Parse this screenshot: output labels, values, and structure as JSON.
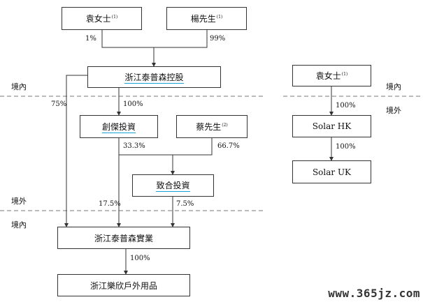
{
  "entities": {
    "yuan_top": {
      "name": "袁女士",
      "note": "(1)"
    },
    "yang": {
      "name": "楊先生",
      "note": "(1)"
    },
    "zhejiang_taipu_holdings": {
      "name": "浙江泰普森控股"
    },
    "chuangjie": {
      "name": "創傑投資"
    },
    "cai": {
      "name": "蔡先生",
      "note": "(2)"
    },
    "zhihe": {
      "name": "致合投資"
    },
    "zhejiang_taipu_industry": {
      "name": "浙江泰普森實業"
    },
    "zhejiang_lexin": {
      "name": "浙江樂欣戶外用品"
    },
    "yuan_right": {
      "name": "袁女士",
      "note": "(1)"
    },
    "solar_hk": {
      "name": "Solar HK"
    },
    "solar_uk": {
      "name": "Solar UK"
    }
  },
  "percentages": {
    "yuan_to_holdings": "1%",
    "yang_to_holdings": "99%",
    "holdings_to_industry": "75%",
    "holdings_to_chuangjie": "100%",
    "chuangjie_to_zhihe": "33.3%",
    "cai_to_zhihe": "66.7%",
    "chuangjie_to_industry": "17.5%",
    "zhihe_to_industry": "7.5%",
    "industry_to_lexin": "100%",
    "yuan_to_solar_hk": "100%",
    "solar_hk_to_solar_uk": "100%"
  },
  "zones": {
    "domestic_1": "境內",
    "foreign_1": "境外",
    "domestic_2": "境內",
    "foreign_2": "境外",
    "domestic_3": "境內"
  },
  "watermark": "www.365jz.com",
  "colors": {
    "line": "#333333",
    "underline": "#1aa3d9",
    "dash": "#777777"
  }
}
